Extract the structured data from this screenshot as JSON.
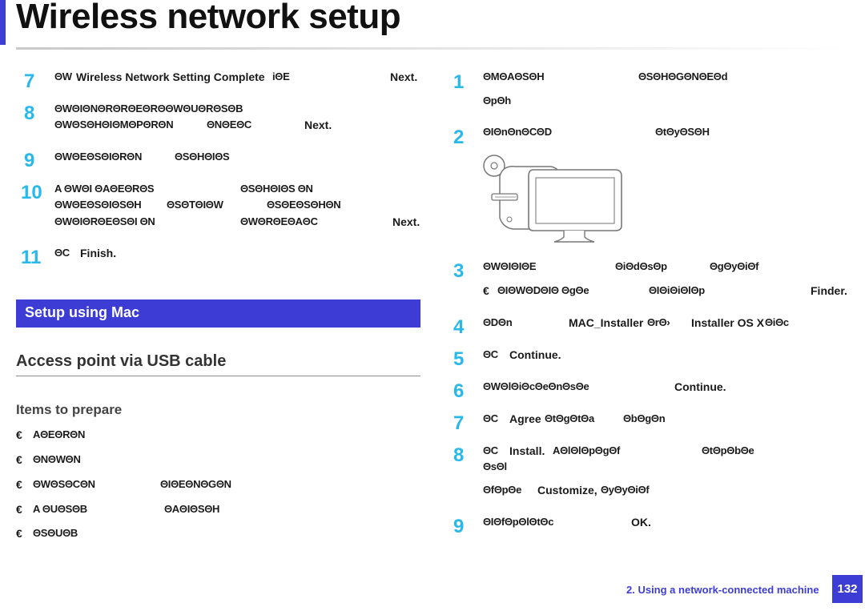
{
  "colors": {
    "accent": "#3d3dd6",
    "step_number": "#29b8ea",
    "footer": "#3d3dd6"
  },
  "header": {
    "title": "Wireless network setup"
  },
  "left_steps": [
    {
      "num": "7",
      "lines": [
        {
          "a": "ΘW",
          "b": "Wireless Network Setting Complete",
          "c": "iΘE",
          "d": "Next."
        }
      ]
    },
    {
      "num": "8",
      "line1": "ΘWΘIΘNΘRΘRΘEΘRΘΘWΘUΘRΘSΘB",
      "line2a": "ΘWΘSΘHΘIΘMΘPΘRΘN",
      "line2b": "ΘNΘEΘC",
      "line2c": "Next."
    },
    {
      "num": "9",
      "a": "ΘWΘEΘSΘIΘRΘN",
      "b": "ΘSΘHΘIΘS"
    },
    {
      "num": "10",
      "line1a": "A ΘWΘI ΘAΘEΘRΘS",
      "line1b": "ΘSΘHΘIΘS ΘN",
      "line2a": "ΘWΘEΘSΘIΘSΘH",
      "line2b": "ΘSΘTΘIΘW",
      "line2c": "ΘSΘEΘSΘHΘN",
      "line3a": "ΘWΘIΘRΘEΘSΘI ΘN",
      "line3b": "ΘWΘRΘEΘAΘC",
      "line3c": "Next."
    },
    {
      "num": "11",
      "a": "ΘC",
      "b": "Finish."
    }
  ],
  "section": {
    "title": "Setup using Mac"
  },
  "subsection": {
    "title": "Access point via USB cable"
  },
  "items": {
    "heading": "Items to prepare",
    "bullet": "€",
    "list": [
      {
        "a": "AΘEΘRΘN"
      },
      {
        "a": "ΘNΘWΘN"
      },
      {
        "a": "ΘWΘSΘCΘN",
        "b": "ΘIΘEΘNΘGΘN"
      },
      {
        "a": "A ΘUΘSΘB",
        "b": "ΘAΘIΘSΘH"
      },
      {
        "a": "ΘSΘUΘB"
      }
    ]
  },
  "right_steps": [
    {
      "num": "1",
      "line1a": "ΘMΘAΘSΘH",
      "line1b": "ΘSΘHΘGΘNΘEΘd",
      "line2": "ΘpΘh"
    },
    {
      "num": "2",
      "a": "ΘIΘnΘnΘCΘD",
      "b": "ΘtΘyΘSΘH"
    },
    {
      "num": "3",
      "a": "ΘWΘIΘIΘE",
      "b": "ΘiΘdΘsΘp",
      "c": "ΘgΘyΘiΘf",
      "sub_a": "ΘIΘWΘDΘIΘ ΘgΘe",
      "sub_b": "ΘIΘiΘiΘlΘp",
      "sub_c": "Finder."
    },
    {
      "num": "4",
      "a": "ΘDΘn",
      "b": "MAC_Installer",
      "c": "ΘrΘ›",
      "d": "Installer OS X",
      "e": "ΘiΘc"
    },
    {
      "num": "5",
      "a": "ΘC",
      "b": "Continue."
    },
    {
      "num": "6",
      "a": "ΘWΘlΘiΘcΘeΘnΘsΘe",
      "b": "Continue."
    },
    {
      "num": "7",
      "a": "ΘC",
      "b": "Agree",
      "c": "ΘtΘgΘtΘa",
      "d": "ΘbΘgΘn"
    },
    {
      "num": "8",
      "a": "ΘC",
      "b": "Install.",
      "c": "AΘlΘlΘpΘgΘf",
      "d": "ΘtΘpΘbΘe",
      "line2": "ΘsΘl",
      "line3a": "ΘfΘpΘe",
      "line3b": "Customize,",
      "line3c": "ΘyΘyΘiΘf"
    },
    {
      "num": "9",
      "a": "ΘIΘfΘpΘlΘtΘc",
      "b": "OK."
    }
  ],
  "footer": {
    "chapter": "2.  Using a network-connected machine",
    "page": "132"
  }
}
